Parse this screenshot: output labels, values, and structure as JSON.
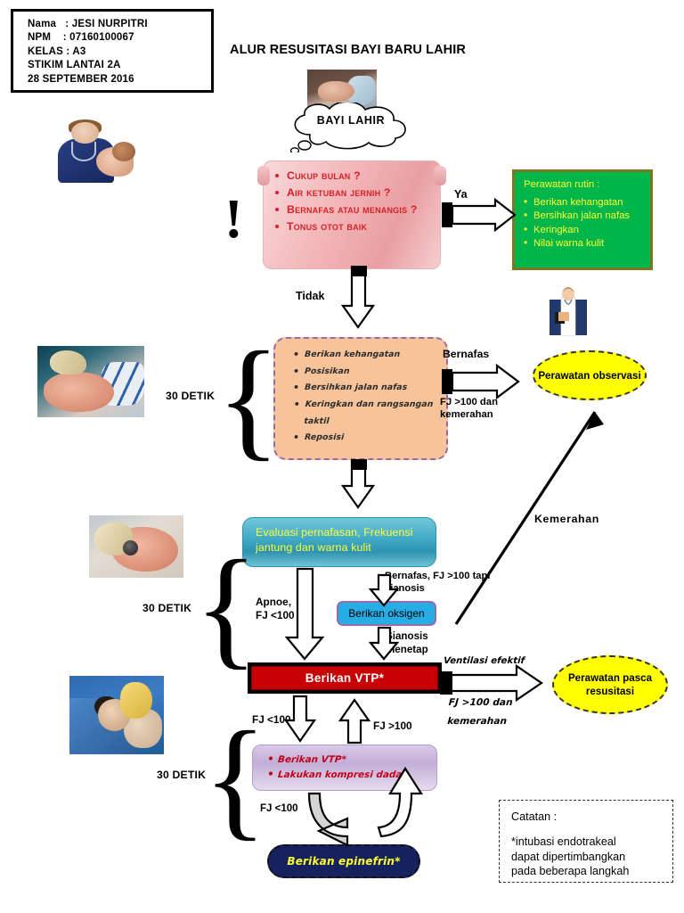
{
  "identity": {
    "lines": [
      "Nama   : JESI NURPITRI",
      "NPM    : 07160100067",
      "KELAS : A3",
      "STIKIM LANTAI 2A",
      "28 SEPTEMBER 2016"
    ]
  },
  "title": "ALUR RESUSITASI BAYI BARU LAHIR",
  "cloud": {
    "label": "BAYI LAHIR"
  },
  "exclamation": "!",
  "decision_box": {
    "items": [
      "Cukup bulan ?",
      "Air ketuban jernih ?",
      "Bernafas atau menangis ?",
      "Tonus otot baik"
    ],
    "text_color": "#d81f26",
    "fill_color": "#f2b3b6"
  },
  "routine_care": {
    "heading": "Perawatan rutin :",
    "items": [
      "Berikan kehangatan",
      "Bersihkan jalan nafas",
      "Keringkan",
      "Nilai warna kulit"
    ],
    "fill_color": "#00b54a",
    "text_color": "#ffff33"
  },
  "initial_steps": {
    "items": [
      "Berikan kehangatan",
      "Posisikan",
      "Bersihkan jalan nafas",
      "Keringkan dan rangsangan taktil",
      "Reposisi"
    ],
    "fill_color": "#f6c39a",
    "border_color": "#9a6aa8"
  },
  "evaluation": {
    "text": "Evaluasi pernafasan, Frekuensi jantung dan warna kulit",
    "fill_color": "#3fa9c4",
    "text_color": "#ffff33"
  },
  "oxygen": {
    "label": "Berikan oksigen",
    "fill_color": "#27ace4"
  },
  "vtp": {
    "label": "Berikan VTP*",
    "fill_color": "#c60005",
    "text_color": "#ffffff"
  },
  "compression": {
    "items": [
      "Berikan VTP*",
      "Lakukan kompresi dada"
    ],
    "fill_color": "#c3aed6",
    "text_color": "#c0001a"
  },
  "epinephrine": {
    "label": "Berikan  epinefrin*",
    "fill_color": "#16225e",
    "text_color": "#ffff33"
  },
  "outcomes": {
    "observasi": "Perawatan observasi",
    "pasca": "Perawatan pasca resusitasi",
    "fill_color": "#ffff00"
  },
  "labels": {
    "ya": "Ya",
    "tidak": "Tidak",
    "bernafas": "Bernafas",
    "fj100_kemerahan_1": "FJ >100 dan\nkemerahan",
    "kemerahan": "Kemerahan",
    "apnoe": "Apnoe,\nFJ <100",
    "bernafas_sianosis": "Bernafas, FJ >100 tapi\nsianosis",
    "sianosis_menetap": "Sianosis\nmenetap",
    "ventilasi_efektif": "Ventilasi efektif",
    "fj100_kemerahan_2": "FJ >100  dan\nkemerahan",
    "fj_lt100_a": "FJ <100",
    "fj_gt100": "FJ >100",
    "fj_lt100_b": "FJ <100",
    "detik_1": "30 DETIK",
    "detik_2": "30 DETIK",
    "detik_3": "30 DETIK"
  },
  "note": {
    "heading": "Catatan :",
    "body": "*intubasi endotrakeal\ndapat dipertimbangkan\npada beberapa langkah"
  },
  "images": {
    "newborn_top": "newborn-photo",
    "nurse_holding_baby": "nurse-holding-baby-photo",
    "baby_warming": "baby-warming-photo",
    "baby_stethoscope": "baby-stethoscope-photo",
    "baby_resuscitation": "baby-resuscitation-photo",
    "doctor": "doctor-clipart"
  }
}
